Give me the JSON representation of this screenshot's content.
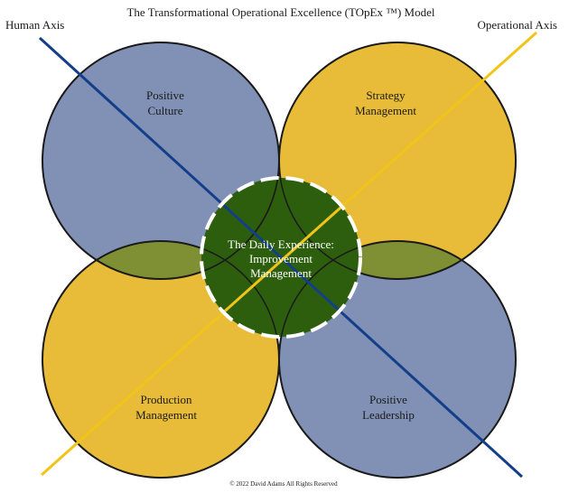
{
  "title": "The Transformational Operational Excellence (TOpEx ™) Model",
  "axes": {
    "human": "Human Axis",
    "operational": "Operational Axis"
  },
  "circles": {
    "positive_culture": {
      "line1": "Positive",
      "line2": "Culture"
    },
    "strategy_management": {
      "line1": "Strategy",
      "line2": "Management"
    },
    "production_management": {
      "line1": "Production",
      "line2": "Management"
    },
    "positive_leadership": {
      "line1": "Positive",
      "line2": "Leadership"
    }
  },
  "center": {
    "line1": "The Daily Experience:",
    "line2": "Improvement",
    "line3": "Management"
  },
  "footer": "© 2022 David Adams All Rights Reserved",
  "colors": {
    "blue_circle": "#8191b5",
    "gold_circle": "#e8bb38",
    "overlap": "#7e8f34",
    "center": "#2d5e0d",
    "human_axis": "#133f8a",
    "operational_axis": "#f0c419",
    "outline": "#1a1a1a"
  }
}
